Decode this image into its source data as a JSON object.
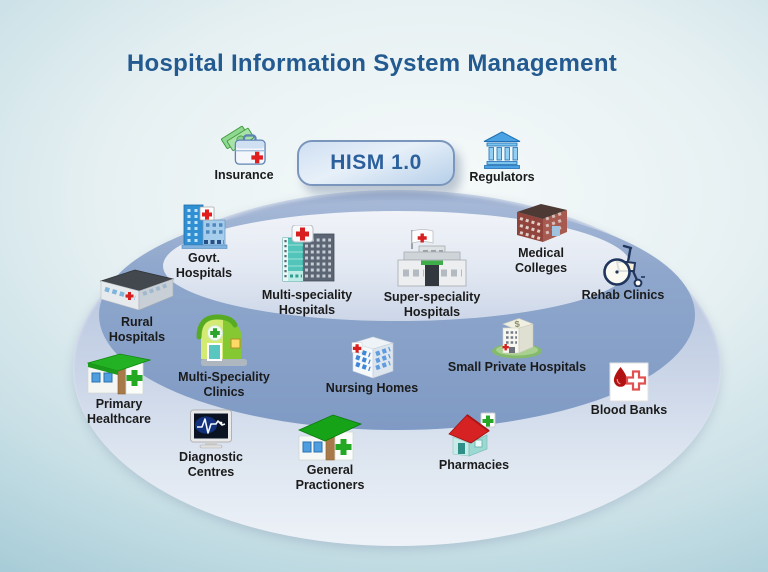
{
  "title": "Hospital Information System Management",
  "center_node": {
    "label": "HISM 1.0"
  },
  "colors": {
    "title_text": "#235a90",
    "hism_text": "#2c609c",
    "hism_border": "#7b96bd",
    "ring_outer": "#b6c4dd",
    "ring_middle": "#8fa7cc",
    "ring_inner": "#e2e8f2",
    "label_text": "#1b1b1b",
    "red_cross": "#d81f1f",
    "green_accent": "#22a822"
  },
  "nodes": [
    {
      "id": "insurance",
      "label": "Insurance",
      "icon": "money-firstaid-icon"
    },
    {
      "id": "regulators",
      "label": "Regulators",
      "icon": "bank-icon"
    },
    {
      "id": "govt-hospitals",
      "label": "Govt.\nHospitals",
      "icon": "hospital-building-icon"
    },
    {
      "id": "medical-colleges",
      "label": "Medical\nColleges",
      "icon": "college-building-icon"
    },
    {
      "id": "multi-speciality-hospitals",
      "label": "Multi-speciality\nHospitals",
      "icon": "tower-hospital-icon"
    },
    {
      "id": "super-speciality-hospitals",
      "label": "Super-speciality\nHospitals",
      "icon": "flag-hospital-icon"
    },
    {
      "id": "rehab-clinics",
      "label": "Rehab Clinics",
      "icon": "wheelchair-icon"
    },
    {
      "id": "rural-hospitals",
      "label": "Rural\nHospitals",
      "icon": "rural-building-icon"
    },
    {
      "id": "multi-speciality-clinics",
      "label": "Multi-Speciality\nClinics",
      "icon": "clinic-icon"
    },
    {
      "id": "nursing-homes",
      "label": "Nursing Homes",
      "icon": "nursing-home-icon"
    },
    {
      "id": "small-private-hospitals",
      "label": "Small Private Hospitals",
      "icon": "private-hospital-icon"
    },
    {
      "id": "blood-banks",
      "label": "Blood Banks",
      "icon": "blood-drop-cross-icon"
    },
    {
      "id": "primary-healthcare",
      "label": "Primary\nHealthcare",
      "icon": "health-center-icon"
    },
    {
      "id": "diagnostic-centres",
      "label": "Diagnostic\nCentres",
      "icon": "ecg-monitor-icon"
    },
    {
      "id": "general-practioners",
      "label": "General\nPractioners",
      "icon": "gp-building-icon"
    },
    {
      "id": "pharmacies",
      "label": "Pharmacies",
      "icon": "pharmacy-house-icon"
    }
  ]
}
